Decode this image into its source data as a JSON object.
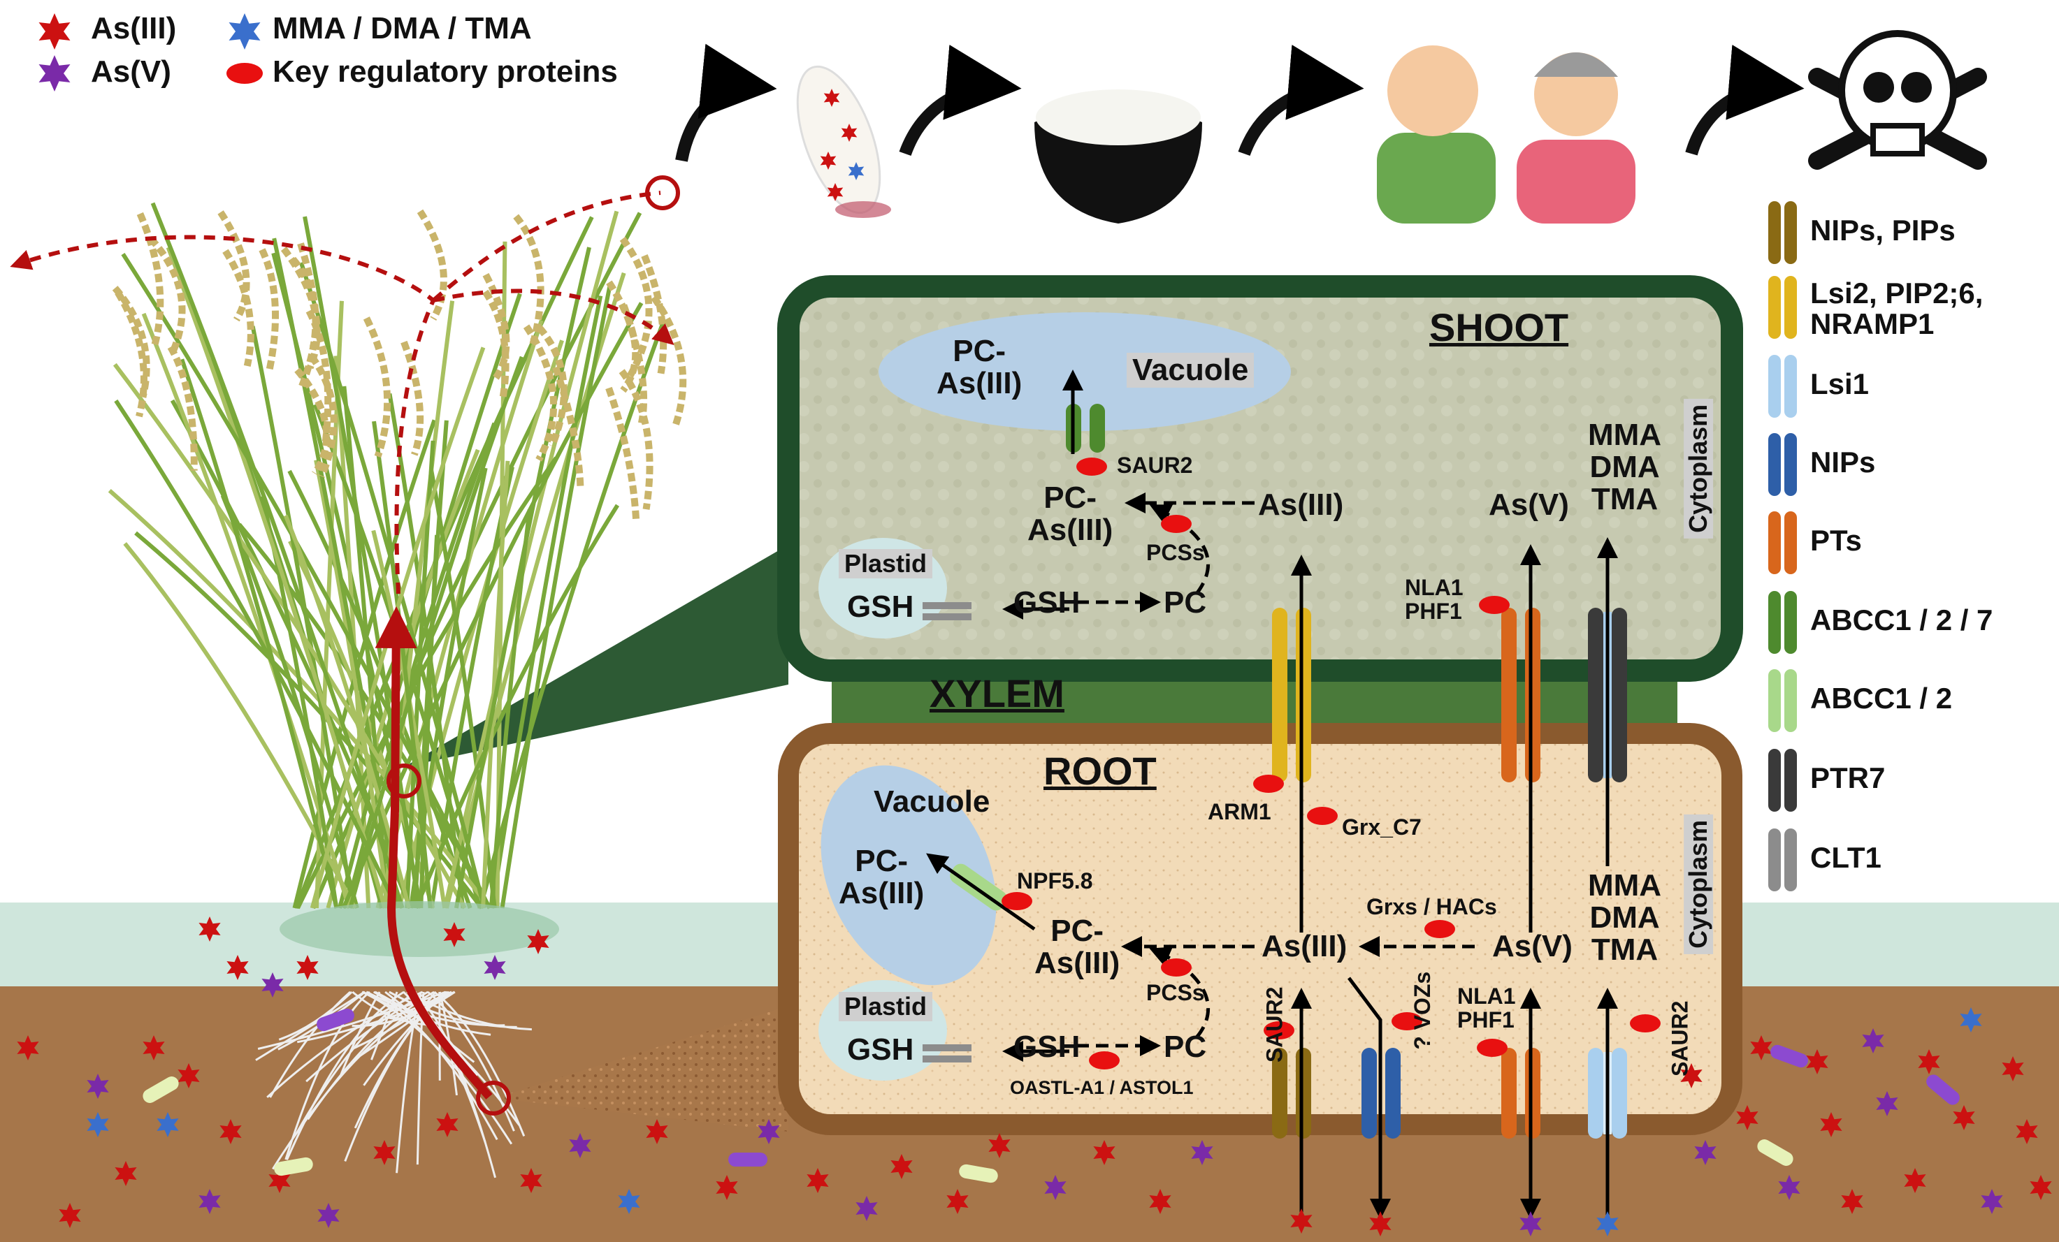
{
  "legend_top": {
    "as3": "As(III)",
    "as5": "As(V)",
    "methyl": "MMA / DMA / TMA",
    "proteins": "Key regulatory proteins"
  },
  "legend_right": [
    {
      "label": "NIPs, PIPs",
      "color": "#8a6a14"
    },
    {
      "label": "Lsi2, PIP2;6, NRAMP1",
      "color": "#e0b41e"
    },
    {
      "label": "Lsi1",
      "color": "#a9cfee"
    },
    {
      "label": "NIPs",
      "color": "#2e5fa8"
    },
    {
      "label": "PTs",
      "color": "#d8661c"
    },
    {
      "label": "ABCC1 / 2 / 7",
      "color": "#4e8a2e"
    },
    {
      "label": "ABCC1 / 2",
      "color": "#a8d88a"
    },
    {
      "label": "PTR7",
      "color": "#3a3a3a"
    },
    {
      "label": "CLT1",
      "color": "#8c8c8c"
    }
  ],
  "shoot": {
    "title": "SHOOT",
    "vacuole": "Vacuole",
    "pc_as_vac": "PC-\nAs(III)",
    "saur2": "SAUR2",
    "pc_as": "PC-\nAs(III)",
    "pcss": "PCSs",
    "as3": "As(III)",
    "as5": "As(V)",
    "methyl": "MMA\nDMA\nTMA",
    "cytoplasm": "Cytoplasm",
    "plastid": "Plastid",
    "gsh1": "GSH",
    "gsh2": "GSH",
    "pc": "PC",
    "nla1": "NLA1\nPHF1"
  },
  "xylem": "XYLEM",
  "root": {
    "title": "ROOT",
    "vacuole": "Vacuole",
    "pc_as_vac": "PC-\nAs(III)",
    "npf": "NPF5.8",
    "pc_as": "PC-\nAs(III)",
    "pcss": "PCSs",
    "as3": "As(III)",
    "as5": "As(V)",
    "methyl": "MMA\nDMA\nTMA",
    "cytoplasm": "Cytoplasm",
    "plastid": "Plastid",
    "gsh1": "GSH",
    "gsh2": "GSH",
    "pc": "PC",
    "oastl": "OASTL-A1 / ASTOL1",
    "arm1": "ARM1",
    "grxc7": "Grx_C7",
    "grxs": "Grxs / HACs",
    "nla1": "NLA1\nPHF1",
    "saur2_left": "SAUR2",
    "saur2_right": "SAUR2",
    "vozs": "? VOZs"
  },
  "colors": {
    "as3": "#cc1111",
    "as5": "#7a2aa8",
    "methyl": "#3a6fcc",
    "protein": "#e81010",
    "shoot_bg": "#c8cbb2",
    "shoot_border": "#1f4d2a",
    "root_bg": "#f0d9b5",
    "root_border": "#8a5a2e",
    "soil": "#a6764a",
    "water": "#cfe6dc"
  }
}
